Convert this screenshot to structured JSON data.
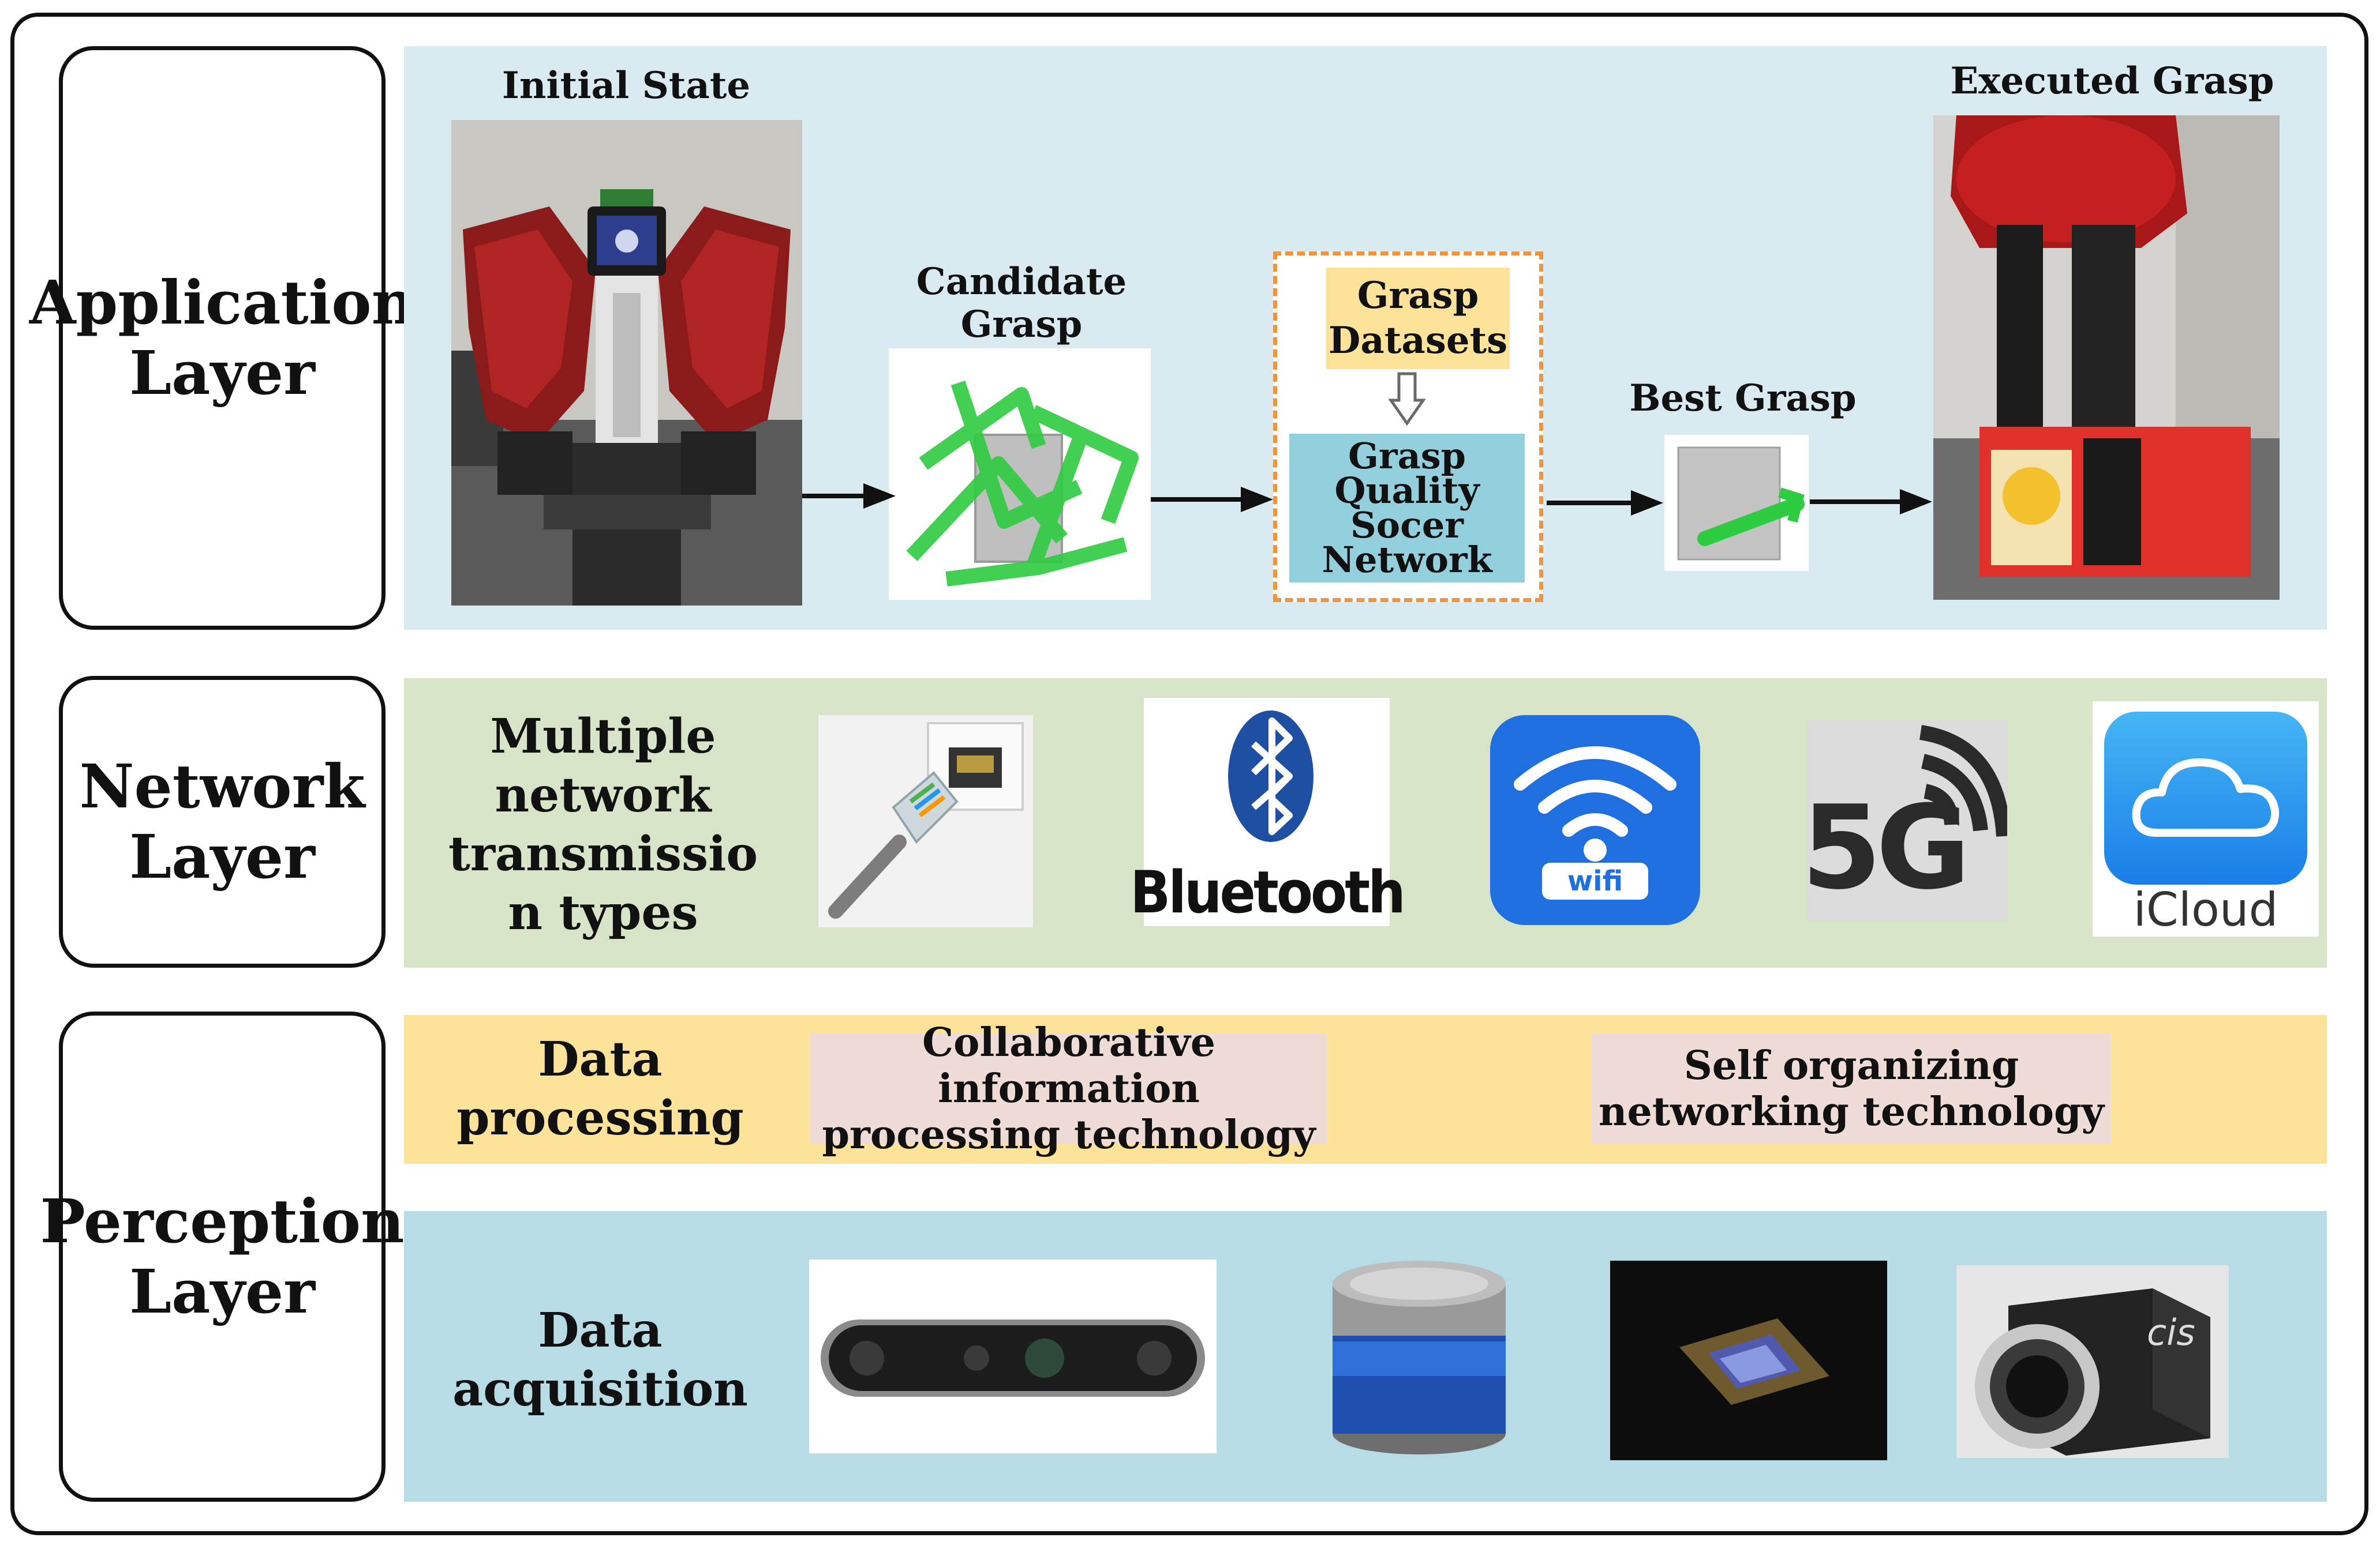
{
  "layers": {
    "application": {
      "title": "Application\nLayer"
    },
    "network": {
      "title": "Network\nLayer"
    },
    "perception": {
      "title": "Perception\nLayer"
    }
  },
  "application": {
    "initial_state": "Initial State",
    "candidate_grasp": "Candidate\nGrasp",
    "grasp_datasets": "Grasp\nDatasets",
    "gqsn": "Grasp\nQuality\nSocer\nNetwork",
    "best_grasp": "Best Grasp",
    "executed_grasp": "Executed Grasp"
  },
  "network": {
    "label": "Multiple\nnetwork\ntransmissio\nn types",
    "bluetooth": "Bluetooth",
    "wifi": "wifi",
    "five_g": "5G",
    "icloud": "iCloud"
  },
  "perception": {
    "processing_label": "Data\nprocessing",
    "tech1": "Collaborative information\nprocessing technology",
    "tech2": "Self organizing\nnetworking technology",
    "acquisition_label": "Data\nacquisition",
    "camera_brand": "cis"
  },
  "colors": {
    "application_band": "#daeaf1",
    "network_band": "#d8e4c8",
    "processing_band": "#fde29a",
    "acquisition_band": "#b8dce6",
    "tech_box": "#f0dcd6",
    "datasets_box": "#fde29a",
    "gqsn_box": "#93cfdc",
    "dashed_border": "#f0953f"
  }
}
